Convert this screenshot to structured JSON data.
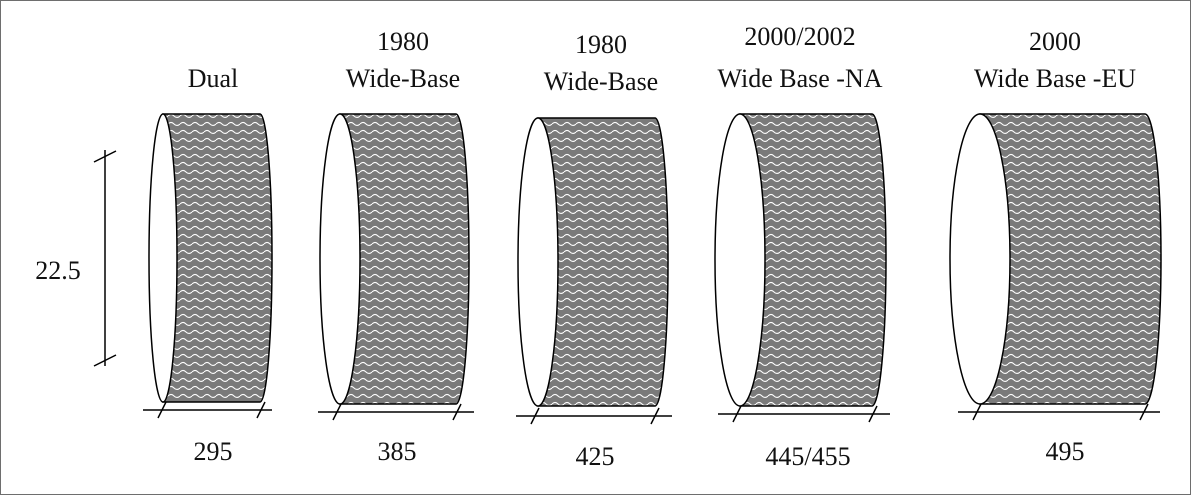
{
  "tires": [
    {
      "title_line1": "",
      "title_line2": "Dual",
      "width_label": "295"
    },
    {
      "title_line1": "1980",
      "title_line2": "Wide-Base",
      "width_label": "385"
    },
    {
      "title_line1": "1980",
      "title_line2": "Wide-Base",
      "width_label": "425"
    },
    {
      "title_line1": "2000/2002",
      "title_line2": "Wide Base -NA",
      "width_label": "445/455"
    },
    {
      "title_line1": "2000",
      "title_line2": "Wide Base -EU",
      "width_label": "495"
    }
  ],
  "height_label": "22.5",
  "colors": {
    "tread": "#7a7a7a",
    "wave": "#ffffff",
    "stroke": "#000000"
  }
}
